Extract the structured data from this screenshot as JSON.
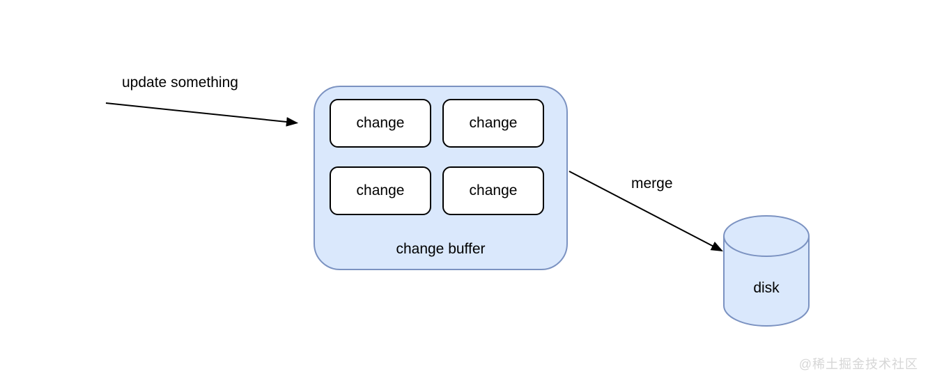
{
  "diagram": {
    "update_label": "update something",
    "merge_label": "merge",
    "buffer": {
      "label": "change buffer",
      "boxes": [
        "change",
        "change",
        "change",
        "change"
      ]
    },
    "disk_label": "disk"
  },
  "colors": {
    "shape_fill": "#dae8fc",
    "shape_stroke": "#7b92c1",
    "change_box_fill": "#ffffff",
    "change_box_stroke": "#000000",
    "arrow": "#000000",
    "watermark": "#d6d6d6"
  },
  "watermark": {
    "text": "@稀土掘金技术社区"
  }
}
